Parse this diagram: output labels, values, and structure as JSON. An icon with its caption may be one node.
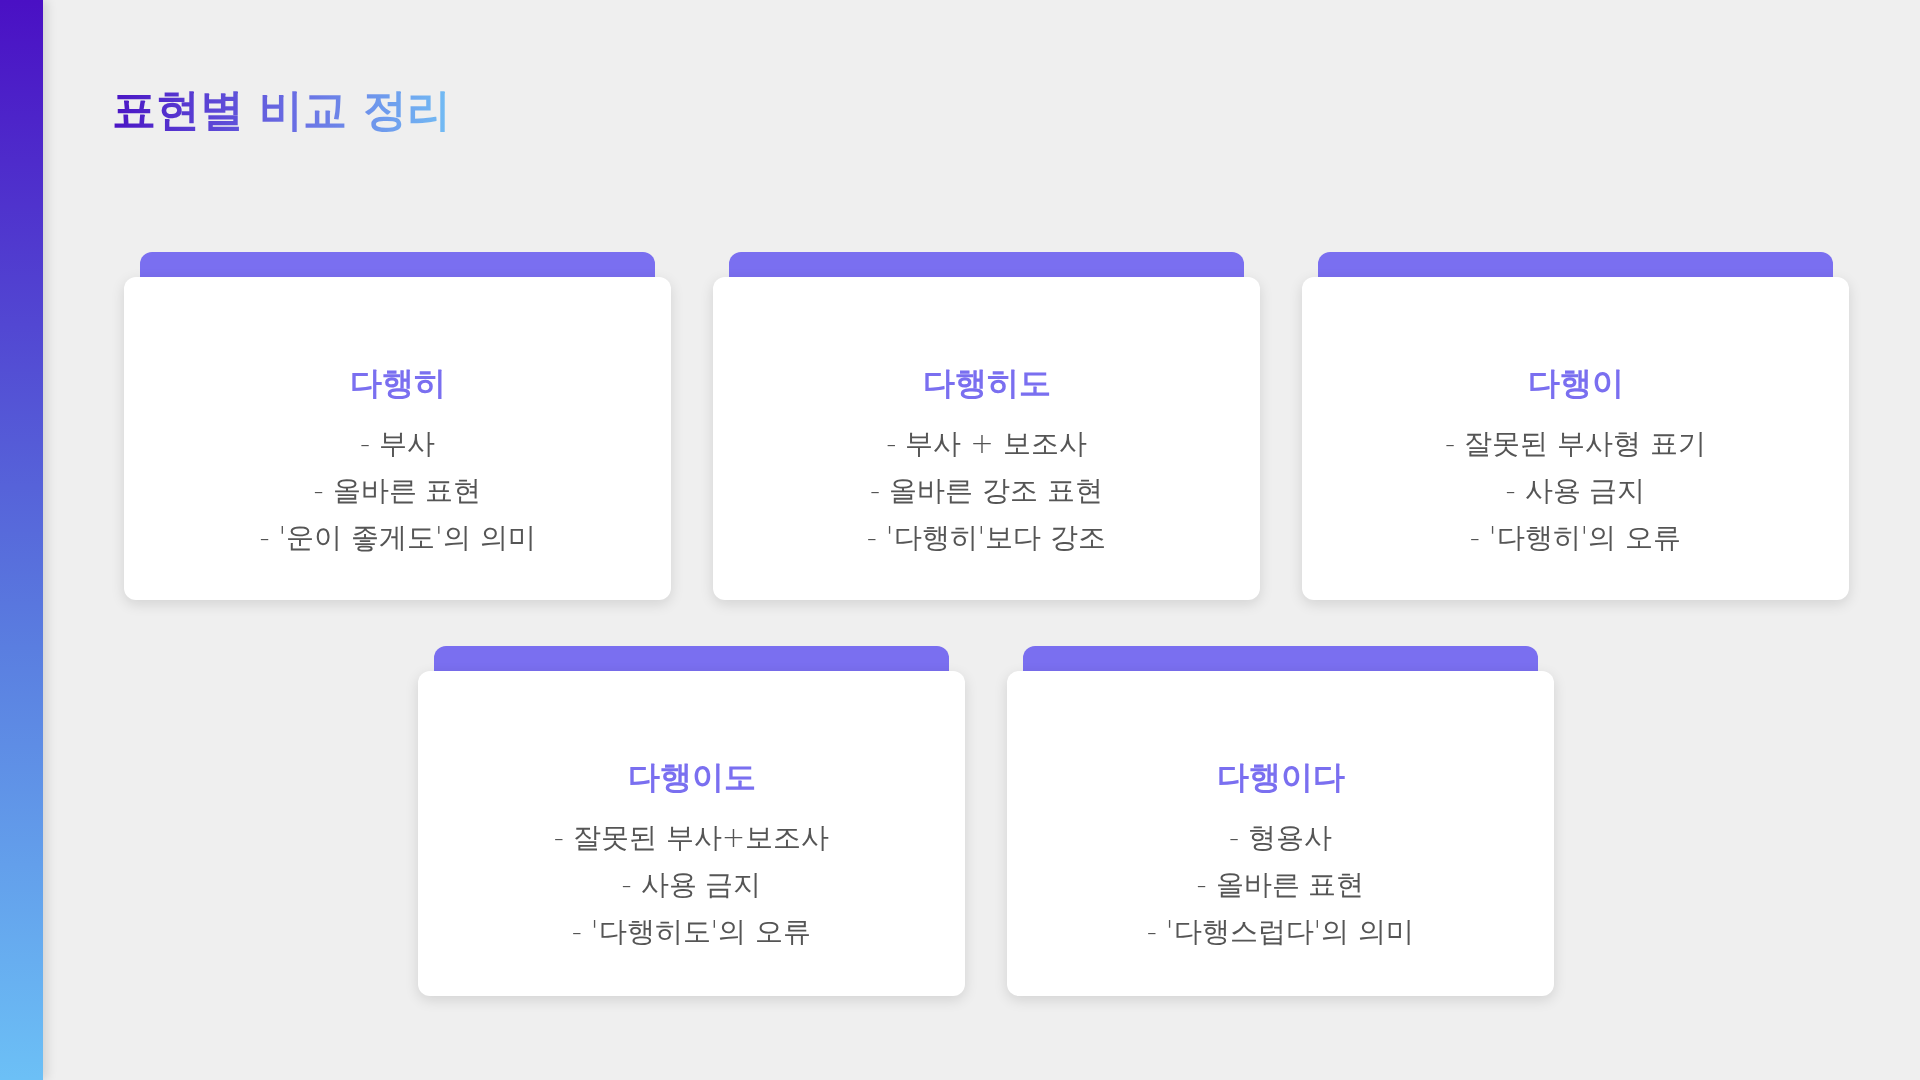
{
  "diagram": {
    "title": "표현별 비교 정리",
    "nodes": [
      {
        "text": [],
        "shape": "bar"
      },
      {
        "text": [],
        "shape": "bar"
      },
      {
        "text": [
          "다행히",
          "- 부사",
          "- 올바른 표현",
          "- '운이 좋게도'의 의미"
        ]
      },
      {
        "text": [],
        "shape": "bar"
      },
      {
        "text": [
          "다행히도",
          "- 부사 + 보조사",
          "- 올바른 강조 표현",
          "- '다행히'보다 강조"
        ]
      },
      {
        "text": [],
        "shape": "bar"
      },
      {
        "text": [
          "다행이",
          "- 잘못된 부사형 표기",
          "- 사용 금지",
          "- '다행히'의 오류"
        ]
      },
      {
        "text": [],
        "shape": "bar"
      },
      {
        "text": [
          "다행이도",
          "- 잘못된 부사+보조사",
          "- 사용 금지",
          "- '다행히도'의 오류"
        ]
      },
      {
        "text": [],
        "shape": "bar"
      },
      {
        "text": [
          "다행이다",
          "- 형용사",
          "- 올바른 표현",
          "- '다행스럽다'의 의미"
        ]
      }
    ]
  }
}
